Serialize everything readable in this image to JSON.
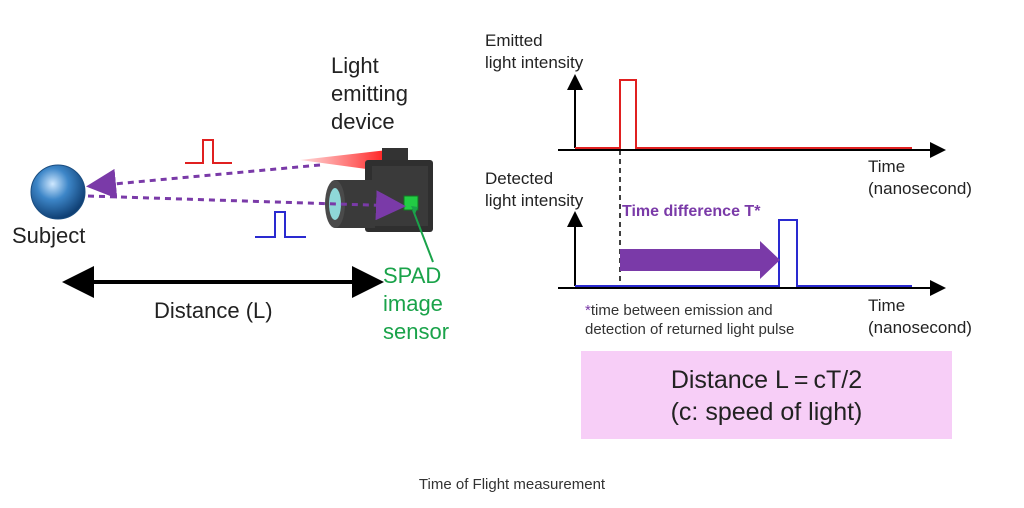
{
  "labels": {
    "light_emitting_device": [
      "Light",
      "emitting",
      "device"
    ],
    "subject": "Subject",
    "distance": "Distance (L)",
    "spad_sensor": [
      "SPAD",
      "image",
      "sensor"
    ]
  },
  "top_graph": {
    "ylabel": [
      "Emitted",
      "light intensity"
    ],
    "xlabel": [
      "Time",
      "(nanosecond)"
    ]
  },
  "bottom_graph": {
    "ylabel": [
      "Detected",
      "light intensity"
    ],
    "xlabel": [
      "Time",
      "(nanosecond)"
    ],
    "annotation": "Time difference T*",
    "footnote_star": "*",
    "footnote": [
      "time between emission and",
      "detection of returned light pulse"
    ]
  },
  "formula": {
    "line1": "Distance L = cT/2",
    "line2": "(c: speed of light)"
  },
  "caption": "Time of Flight measurement",
  "colors": {
    "emitted": "#e02020",
    "detected": "#2a2ad0",
    "arrow": "#7a3aa8",
    "sensor": "#1aa34a",
    "formula_bg": "#f7cef7"
  }
}
